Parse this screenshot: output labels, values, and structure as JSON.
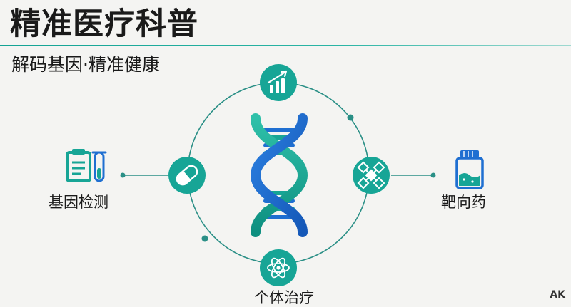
{
  "title": "精准医疗科普",
  "subtitle": "解码基因·精准健康",
  "nodes": {
    "left_label": "基因检测",
    "right_label": "靶向药",
    "bottom_label": "个体治疗"
  },
  "brand_mark": "AK",
  "colors": {
    "teal": "#17a596",
    "blue": "#1f6fd1",
    "line": "#2a8f86"
  },
  "icons": {
    "top": "bar-chart-growth-icon",
    "left_node": "pill-capsule-icon",
    "right_node": "molecule-structure-icon",
    "bottom_node": "atom-icon",
    "left_item": "clipboard-test-tube-icon",
    "right_item": "medicine-bottle-icon",
    "center": "dna-helix-icon"
  }
}
